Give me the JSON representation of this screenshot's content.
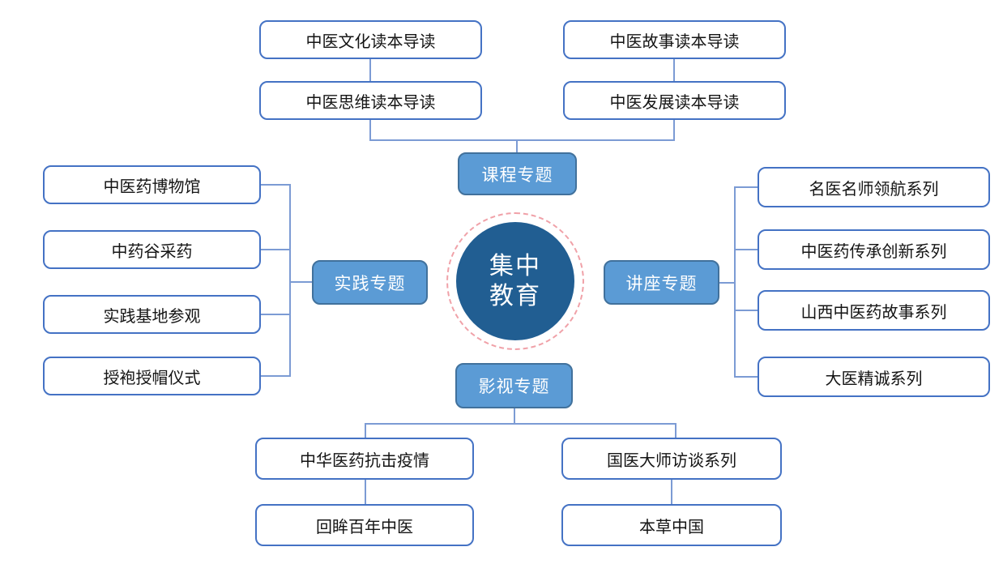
{
  "center": {
    "text": "集中教育",
    "line1": "集中",
    "line2": "教育"
  },
  "branches": [
    {
      "id": "course",
      "label": "课程专题",
      "items": [
        "中医文化读本导读",
        "中医思维读本导读",
        "中医故事读本导读",
        "中医发展读本导读"
      ]
    },
    {
      "id": "practice",
      "label": "实践专题",
      "items": [
        "中医药博物馆",
        "中药谷采药",
        "实践基地参观",
        "授袍授帽仪式"
      ]
    },
    {
      "id": "lecture",
      "label": "讲座专题",
      "items": [
        "名医名师领航系列",
        "中医药传承创新系列",
        "山西中医药故事系列",
        "大医精诚系列"
      ]
    },
    {
      "id": "film",
      "label": "影视专题",
      "items": [
        "中华医药抗击疫情",
        "回眸百年中医",
        "国医大师访谈系列",
        "本草中国"
      ]
    }
  ],
  "colors": {
    "center_fill": "#215E92",
    "center_ring": "#F0A1A8",
    "branch_fill": "#5B9BD5",
    "branch_border": "#41719C",
    "item_border": "#4472C4",
    "connector": "#7C9BD4",
    "item_text": "#141414",
    "branch_text": "#ffffff"
  }
}
